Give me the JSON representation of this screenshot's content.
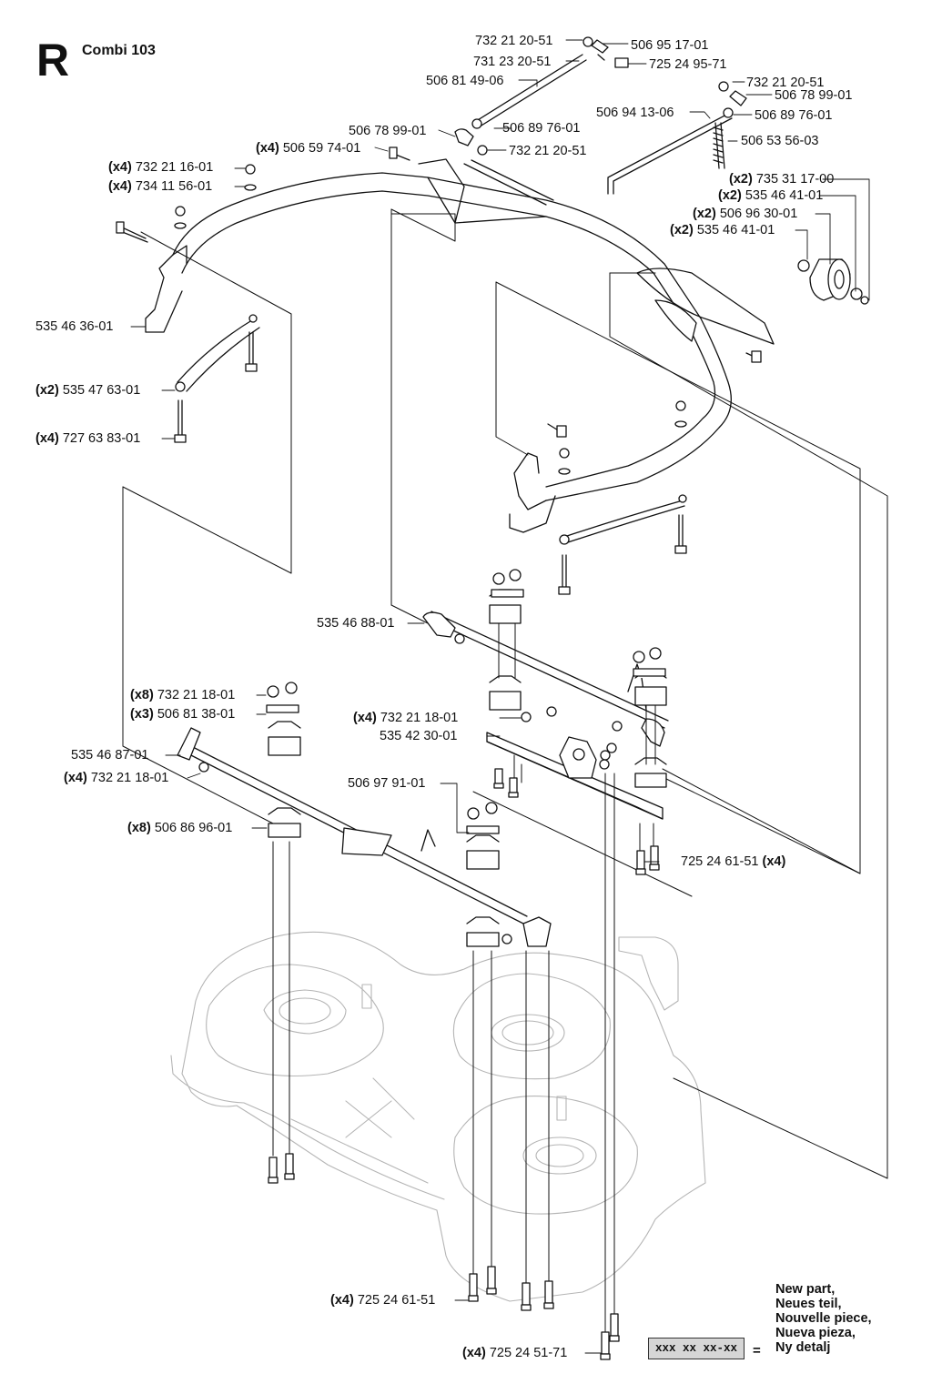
{
  "header": {
    "section_letter": "R",
    "model": "Combi 103"
  },
  "labels": [
    {
      "id": "l1",
      "qty": "",
      "pn": "732 21 20-51"
    },
    {
      "id": "l2",
      "qty": "",
      "pn": "506 95 17-01"
    },
    {
      "id": "l3",
      "qty": "",
      "pn": "731 23 20-51"
    },
    {
      "id": "l4",
      "qty": "",
      "pn": "725 24 95-71"
    },
    {
      "id": "l5",
      "qty": "",
      "pn": "506 81 49-06"
    },
    {
      "id": "l6",
      "qty": "",
      "pn": "732 21 20-51"
    },
    {
      "id": "l7",
      "qty": "",
      "pn": "506 78 99-01"
    },
    {
      "id": "l8",
      "qty": "",
      "pn": "506 94 13-06"
    },
    {
      "id": "l9",
      "qty": "",
      "pn": "506 89 76-01"
    },
    {
      "id": "l10",
      "qty": "",
      "pn": "506 78 99-01"
    },
    {
      "id": "l11",
      "qty": "",
      "pn": "506 89 76-01"
    },
    {
      "id": "l12",
      "qty": "",
      "pn": "506 53 56-03"
    },
    {
      "id": "l13",
      "qty": "",
      "pn": "732 21 20-51"
    },
    {
      "id": "l14",
      "qty": "(x4)",
      "pn": "506 59 74-01"
    },
    {
      "id": "l15",
      "qty": "(x4)",
      "pn": "732 21 16-01"
    },
    {
      "id": "l16",
      "qty": "(x4)",
      "pn": "734 11 56-01"
    },
    {
      "id": "l17",
      "qty": "(x2)",
      "pn": "735 31 17-00"
    },
    {
      "id": "l18",
      "qty": "(x2)",
      "pn": "535 46 41-01"
    },
    {
      "id": "l19",
      "qty": "(x2)",
      "pn": "506 96 30-01"
    },
    {
      "id": "l20",
      "qty": "(x2)",
      "pn": "535 46 41-01"
    },
    {
      "id": "l21",
      "qty": "",
      "pn": "535 46 36-01"
    },
    {
      "id": "l22",
      "qty": "(x2)",
      "pn": "535 47 63-01"
    },
    {
      "id": "l23",
      "qty": "(x4)",
      "pn": "727 63 83-01"
    },
    {
      "id": "l24",
      "qty": "",
      "pn": "535 46 88-01"
    },
    {
      "id": "l25",
      "qty": "(x8)",
      "pn": "732 21 18-01"
    },
    {
      "id": "l26",
      "qty": "(x3)",
      "pn": "506 81 38-01"
    },
    {
      "id": "l27",
      "qty": "(x4)",
      "pn": "732 21 18-01"
    },
    {
      "id": "l28",
      "qty": "",
      "pn": "535 42 30-01"
    },
    {
      "id": "l29",
      "qty": "",
      "pn": "535 46 87-01"
    },
    {
      "id": "l30",
      "qty": "(x4)",
      "pn": "732 21 18-01"
    },
    {
      "id": "l31",
      "qty": "",
      "pn": "506 97 91-01"
    },
    {
      "id": "l32",
      "qty": "(x8)",
      "pn": "506 86 96-01"
    },
    {
      "id": "l33",
      "qty": "(x4)",
      "pn": "725 24 61-51"
    },
    {
      "id": "l34",
      "qty": "(x4)",
      "pn": "725 24 61-51"
    },
    {
      "id": "l35",
      "qty": "(x4)",
      "pn": "725 24 51-71"
    }
  ],
  "legend": {
    "lines": [
      "New part,",
      "Neues teil,",
      "Nouvelle piece,",
      "Nueva pieza,",
      "Ny detalj"
    ],
    "box": "xxx xx xx-xx",
    "equals": "="
  }
}
